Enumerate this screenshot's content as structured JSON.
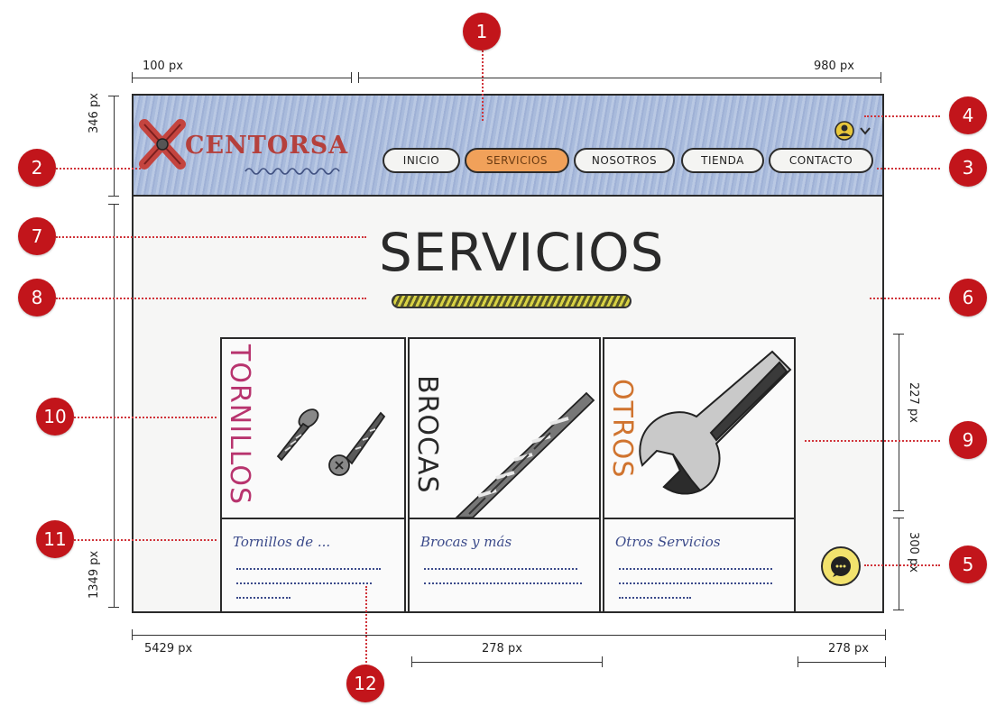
{
  "dimensions": {
    "top_left": "100 px",
    "top_right": "980 px",
    "header_height": "346 px",
    "content_height": "1349 px",
    "card_image_height": "227 px",
    "card_text_height": "300 px",
    "total_height": "5429 px",
    "card_width_middle": "278 px",
    "card_width_right": "278 px"
  },
  "header": {
    "logo": "CENTORSA",
    "nav": [
      "INICIO",
      "SERVICIOS",
      "NOSOTROS",
      "TIENDA",
      "CONTACTO"
    ],
    "active_nav": "SERVICIOS",
    "colors": {
      "header_bg": "#aabcdc",
      "active_button": "#f1a15a",
      "logo": "#b5403c"
    }
  },
  "main": {
    "title": "SERVICIOS",
    "underline_color": "#d8d244"
  },
  "cards": [
    {
      "label": "TORNILLOS",
      "caption": "Tornillos de ...",
      "label_color": "#b8346e",
      "icon": "screw-icon"
    },
    {
      "label": "BROCAS",
      "caption": "Brocas y más",
      "label_color": "#2a2a2a",
      "icon": "drill-bit-icon"
    },
    {
      "label": "OTROS",
      "caption": "Otros Servicios",
      "label_color": "#d0742f",
      "icon": "wrench-icon"
    }
  ],
  "markers": [
    "1",
    "2",
    "3",
    "4",
    "5",
    "6",
    "7",
    "8",
    "9",
    "10",
    "11",
    "12"
  ],
  "marker_color": "#c2151b"
}
